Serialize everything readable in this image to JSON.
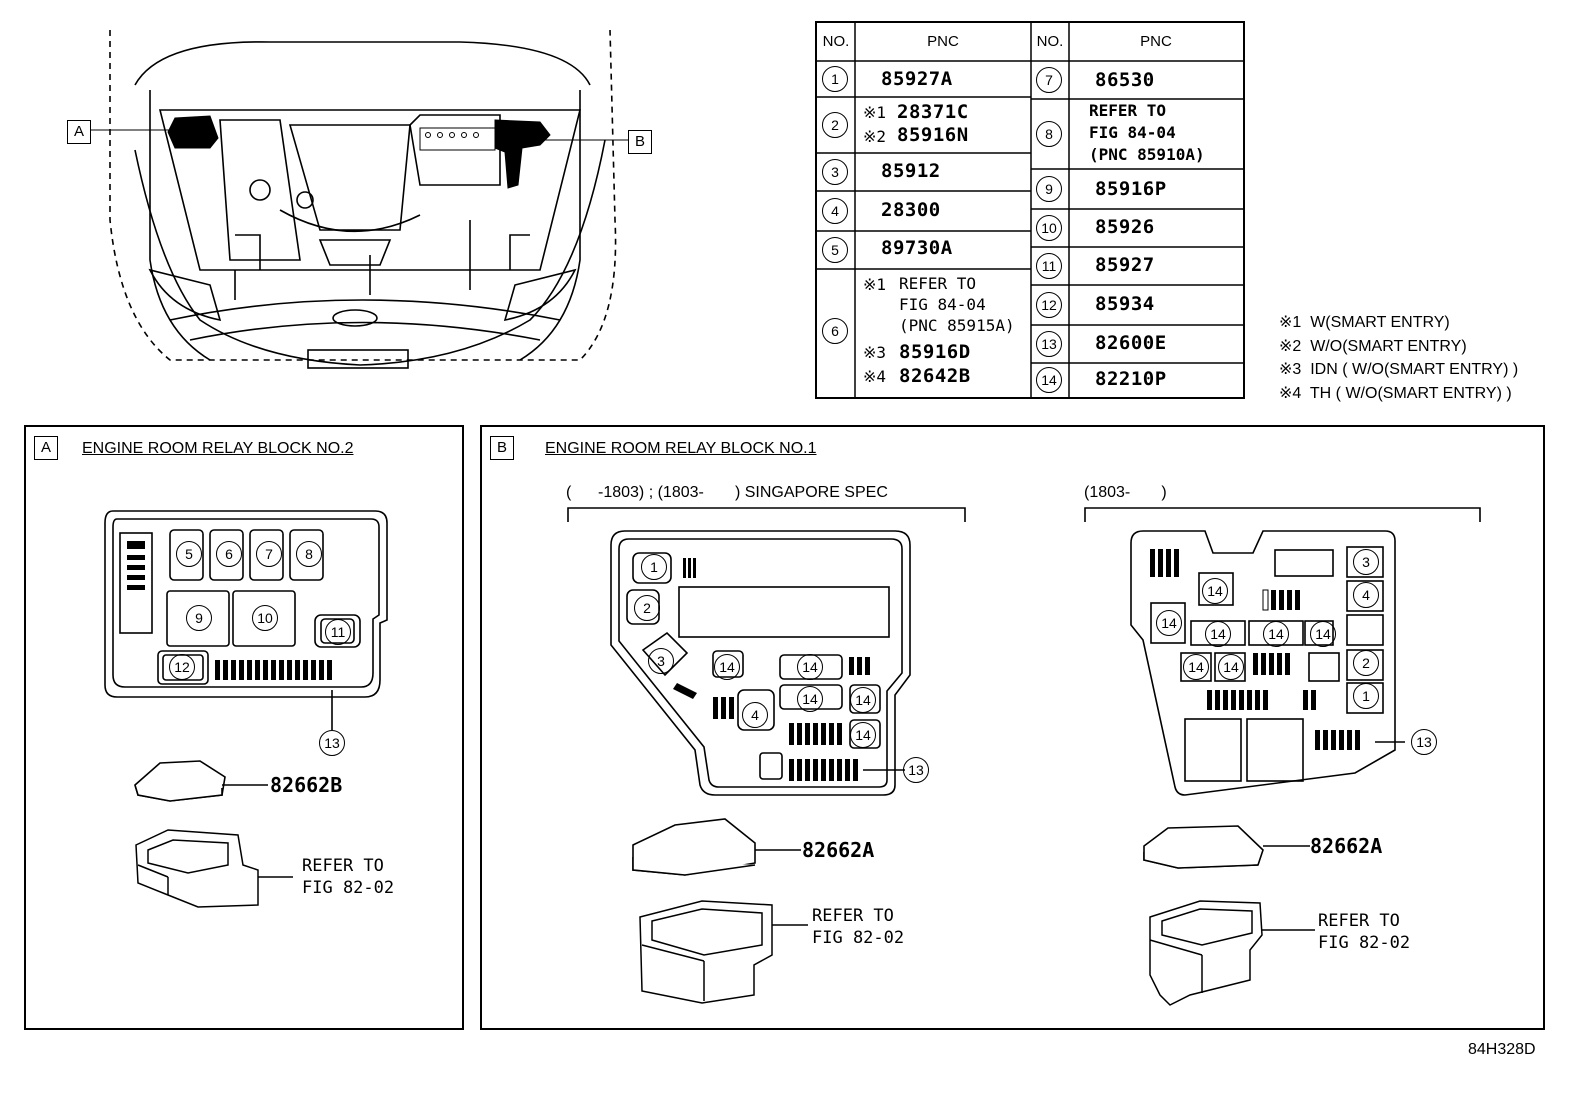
{
  "table": {
    "header": {
      "no": "NO.",
      "pnc": "PNC"
    },
    "left_rows": [
      {
        "no": "1",
        "lines": [
          {
            "mark": "",
            "text": "85927A"
          }
        ]
      },
      {
        "no": "2",
        "lines": [
          {
            "mark": "※1",
            "text": "28371C"
          },
          {
            "mark": "※2",
            "text": "85916N"
          }
        ]
      },
      {
        "no": "3",
        "lines": [
          {
            "mark": "",
            "text": "85912"
          }
        ]
      },
      {
        "no": "4",
        "lines": [
          {
            "mark": "",
            "text": "28300"
          }
        ]
      },
      {
        "no": "5",
        "lines": [
          {
            "mark": "",
            "text": "89730A"
          }
        ]
      },
      {
        "no": "6",
        "lines": [
          {
            "mark": "※1",
            "text": "REFER TO"
          },
          {
            "mark": "",
            "text": "FIG 84-04"
          },
          {
            "mark": "",
            "text": "(PNC 85915A)"
          },
          {
            "mark": "※3",
            "text": "85916D"
          },
          {
            "mark": "※4",
            "text": "82642B"
          }
        ]
      }
    ],
    "right_rows": [
      {
        "no": "7",
        "lines": [
          "86530"
        ]
      },
      {
        "no": "8",
        "lines": [
          "REFER TO",
          "FIG 84-04",
          "(PNC 85910A)"
        ]
      },
      {
        "no": "9",
        "lines": [
          "85916P"
        ]
      },
      {
        "no": "10",
        "lines": [
          "85926"
        ]
      },
      {
        "no": "11",
        "lines": [
          "85927"
        ]
      },
      {
        "no": "12",
        "lines": [
          "85934"
        ]
      },
      {
        "no": "13",
        "lines": [
          "82600E"
        ]
      },
      {
        "no": "14",
        "lines": [
          "82210P"
        ]
      }
    ]
  },
  "notes": [
    "※1  W(SMART ENTRY)",
    "※2  W/O(SMART ENTRY)",
    "※3  IDN ( W/O(SMART ENTRY) )",
    "※4  TH ( W/O(SMART ENTRY) )"
  ],
  "vehicle_labels": {
    "a": "A",
    "b": "B"
  },
  "panel_a": {
    "letter": "A",
    "title": "ENGINE ROOM RELAY BLOCK NO.2",
    "callouts": [
      "5",
      "6",
      "7",
      "8",
      "9",
      "10",
      "11",
      "12",
      "13"
    ],
    "cover_part": "82662B",
    "refer": [
      "REFER TO",
      "FIG 82-02"
    ]
  },
  "panel_b": {
    "letter": "B",
    "title": "ENGINE ROOM RELAY BLOCK NO.1",
    "left_spec": "(      -1803) ; (1803-       ) SINGAPORE SPEC",
    "right_spec": "(1803-       )",
    "left_callouts": [
      "1",
      "2",
      "3",
      "14",
      "4",
      "14",
      "14",
      "14",
      "14",
      "14",
      "13"
    ],
    "right_callouts": [
      "3",
      "14",
      "4",
      "14",
      "14",
      "14",
      "14",
      "14",
      "14",
      "2",
      "1",
      "13"
    ],
    "cover_part_left": "82662A",
    "cover_part_right": "82662A",
    "refer_left": [
      "REFER TO",
      "FIG 82-02"
    ],
    "refer_right": [
      "REFER TO",
      "FIG 82-02"
    ]
  },
  "figure_code": "84H328D"
}
